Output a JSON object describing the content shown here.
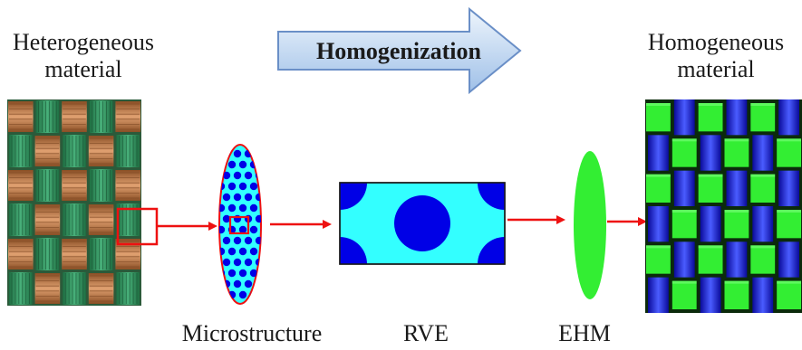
{
  "labels": {
    "heterogeneous_line1": "Heterogeneous",
    "heterogeneous_line2": "material",
    "homogenization": "Homogenization",
    "homogeneous_line1": "Homogeneous",
    "homogeneous_line2": "material",
    "microstructure": "Microstructure",
    "rve": "RVE",
    "ehm": "EHM"
  },
  "colors": {
    "fiber_green": "#2e8b57",
    "yarn_copper": "#c07a45",
    "cyan_matrix": "#33ffff",
    "fiber_blue": "#0000e6",
    "ehm_green": "#33ee33",
    "link_red": "#ee1111",
    "arrow_fill_top": "#e6f0fb",
    "arrow_fill_bottom": "#a9c7ea",
    "arrow_stroke": "#6a8fc7"
  }
}
